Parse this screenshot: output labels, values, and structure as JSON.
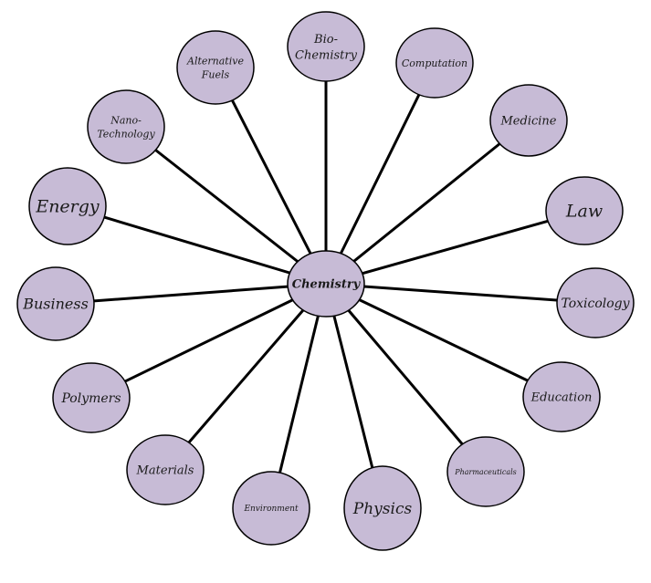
{
  "diagram": {
    "colors": {
      "node_fill": "#c7bbd6",
      "stroke": "#000000",
      "text": "#1a1a1a"
    },
    "center": {
      "label": [
        "Chemistry"
      ]
    },
    "nodes": [
      {
        "label": [
          "Bio-",
          "Chemistry"
        ]
      },
      {
        "label": [
          "Computation"
        ]
      },
      {
        "label": [
          "Medicine"
        ]
      },
      {
        "label": [
          "Law"
        ]
      },
      {
        "label": [
          "Toxicology"
        ]
      },
      {
        "label": [
          "Education"
        ]
      },
      {
        "label": [
          "Pharmaceuticals"
        ]
      },
      {
        "label": [
          "Physics"
        ]
      },
      {
        "label": [
          "Environment"
        ]
      },
      {
        "label": [
          "Materials"
        ]
      },
      {
        "label": [
          "Polymers"
        ]
      },
      {
        "label": [
          "Business"
        ]
      },
      {
        "label": [
          "Energy"
        ]
      },
      {
        "label": [
          "Nano-",
          "Technology"
        ]
      },
      {
        "label": [
          "Alternative",
          "Fuels"
        ]
      }
    ]
  }
}
